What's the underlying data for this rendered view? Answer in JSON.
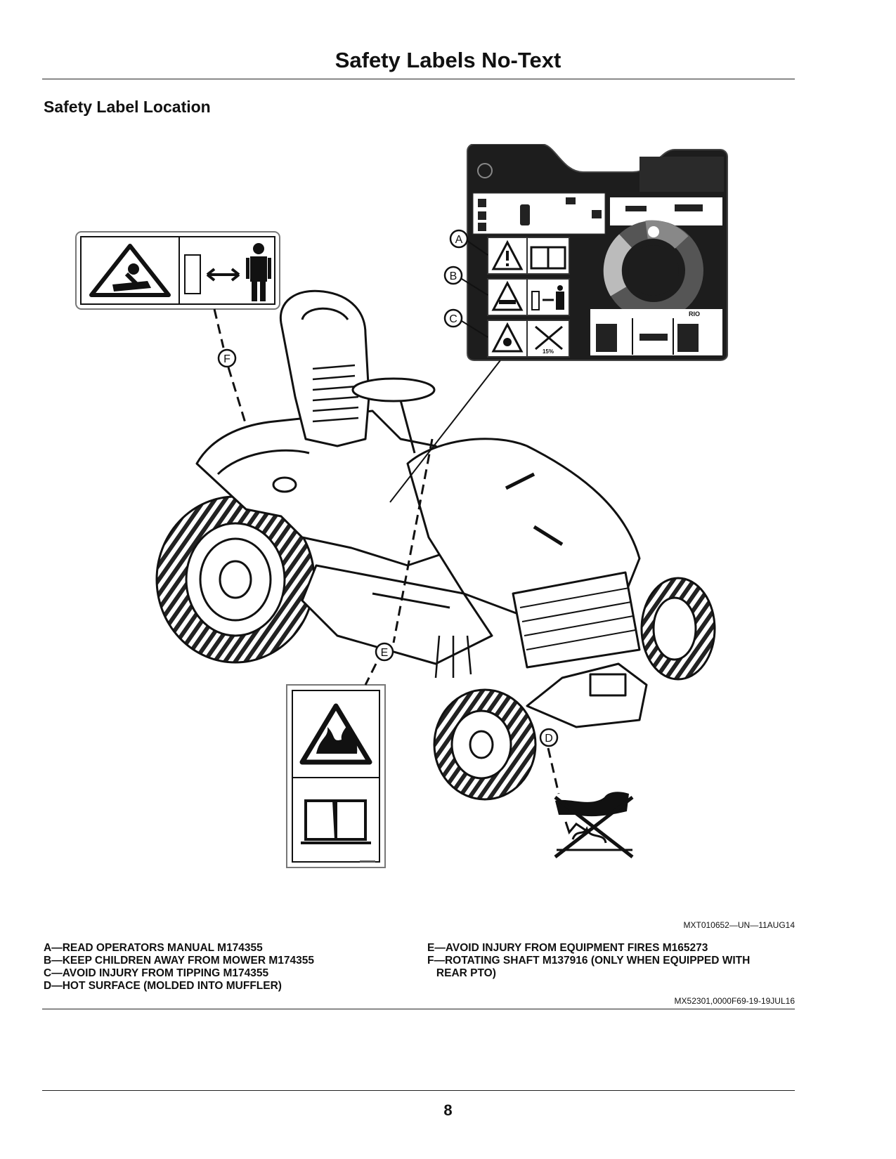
{
  "page": {
    "title": "Safety Labels No-Text",
    "section_title": "Safety Label Location",
    "figure_id": "MXT010652—UN—11AUG14",
    "legend_left": [
      "A—READ OPERATORS MANUAL M174355",
      "B—KEEP CHILDREN AWAY FROM MOWER M174355",
      "C—AVOID INJURY FROM TIPPING M174355",
      "D—HOT SURFACE (MOLDED INTO MUFFLER)"
    ],
    "legend_right": [
      "E—AVOID INJURY FROM EQUIPMENT FIRES M165273",
      "F—ROTATING SHAFT M137916 (ONLY WHEN EQUIPPED WITH",
      "   REAR PTO)"
    ],
    "doc_id": "MX52301,0000F69-19-19JUL16",
    "page_number": "8"
  },
  "figure": {
    "callouts": [
      "A",
      "B",
      "C",
      "D",
      "E",
      "F"
    ],
    "panel_percent": "15%",
    "panel_label_rio": "RIO",
    "icons": [
      "tractor-illustration",
      "warning-triangle-icon",
      "operator-manual-icon",
      "rotating-shaft-icon",
      "fire-icon",
      "hot-surface-icon",
      "tipping-icon",
      "keep-away-icon"
    ]
  }
}
